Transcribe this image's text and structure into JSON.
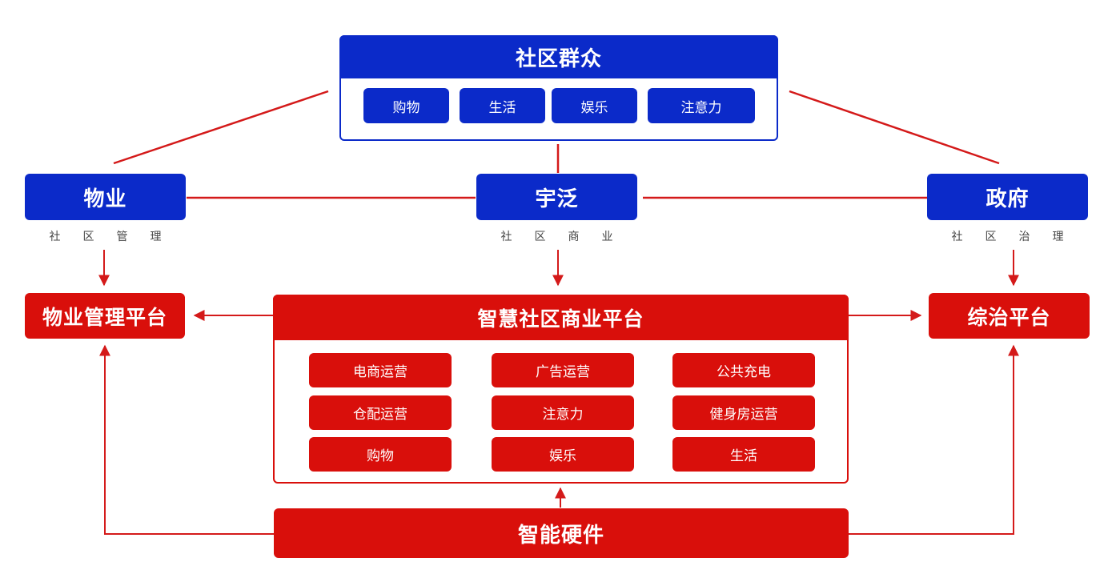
{
  "colors": {
    "blue": "#0b2ac9",
    "red": "#d90f0b",
    "line_red": "#d41a1a"
  },
  "residents": {
    "title": "社区群众",
    "items": [
      "购物",
      "生活",
      "娱乐",
      "注意力"
    ]
  },
  "property": {
    "title": "物业",
    "subtitle": "社区管理"
  },
  "yufan": {
    "title": "宇泛",
    "subtitle": "社区商业"
  },
  "government": {
    "title": "政府",
    "subtitle": "社区治理"
  },
  "property_platform": {
    "title": "物业管理平台"
  },
  "commerce_platform": {
    "title": "智慧社区商业平台",
    "items": [
      "电商运营",
      "广告运营",
      "公共充电",
      "仓配运营",
      "注意力",
      "健身房运营",
      "购物",
      "娱乐",
      "生活"
    ]
  },
  "governance_platform": {
    "title": "综治平台"
  },
  "hardware": {
    "title": "智能硬件"
  }
}
